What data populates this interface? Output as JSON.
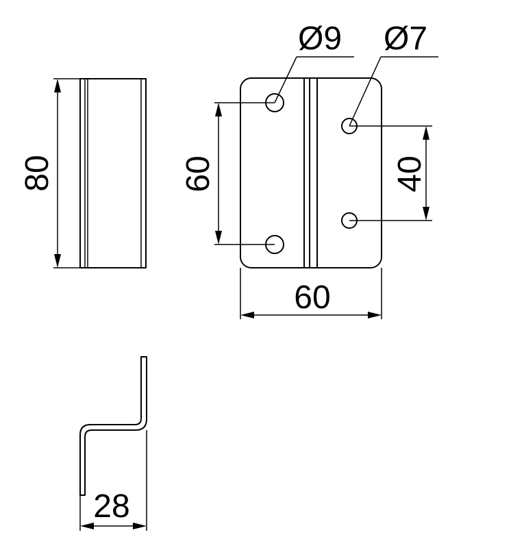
{
  "drawing": {
    "dimensions": {
      "side_height": "80",
      "front_hole_spacing_left": "60",
      "front_width": "60",
      "front_hole_spacing_right": "40",
      "bottom_depth": "28"
    },
    "callouts": {
      "large_hole_diameter": "Ø9",
      "small_hole_diameter": "Ø7"
    },
    "colors": {
      "line": "#000000",
      "background": "#ffffff"
    }
  }
}
